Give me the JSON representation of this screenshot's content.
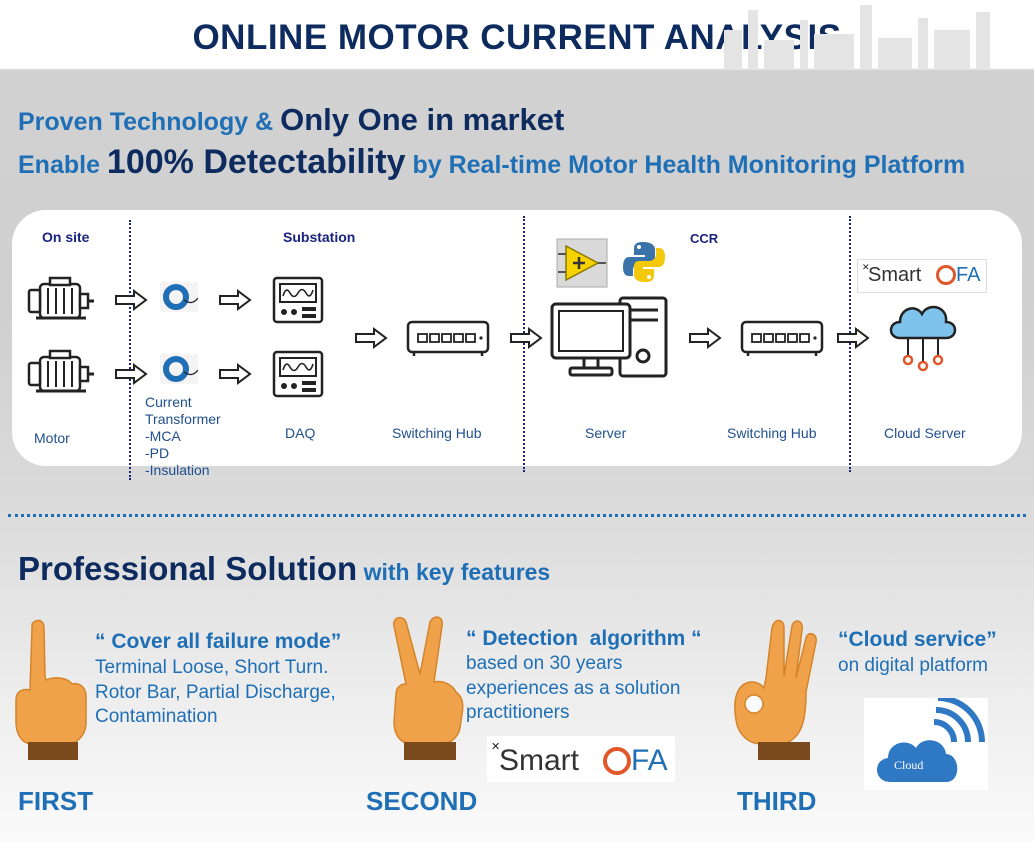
{
  "header": {
    "title": "ONLINE MOTOR CURRENT ANALYSIS"
  },
  "intro": {
    "line1_a": "Proven Technology & ",
    "line1_b": "Only One in market",
    "line2_a": "Enable ",
    "line2_b": "100% Detectability",
    "line2_c": " by Real-time Motor Health Monitoring Platform"
  },
  "diagram": {
    "sections": {
      "onsite": "On site",
      "substation": "Substation",
      "ccr": "CCR"
    },
    "labels": {
      "motor": "Motor",
      "ct": [
        "Current",
        "Transformer",
        "-MCA",
        "-PD",
        "-Insulation"
      ],
      "daq": "DAQ",
      "hub1": "Switching Hub",
      "server": "Server",
      "hub2": "Switching Hub",
      "cloud": "Cloud Server"
    },
    "smart_logo": {
      "a": "Smart",
      "b": "FA"
    }
  },
  "solution": {
    "title": "Professional Solution",
    "subtitle": " with key features"
  },
  "features": [
    {
      "ordinal": "FIRST",
      "heading": "“ Cover all failure mode”",
      "lines": [
        "Terminal Loose, Short Turn.",
        "Rotor Bar, Partial Discharge,",
        "Contamination"
      ]
    },
    {
      "ordinal": "SECOND",
      "heading": "“ Detection  algorithm “",
      "lines": [
        "based on 30 years",
        "experiences as a solution",
        "practitioners"
      ]
    },
    {
      "ordinal": "THIRD",
      "heading": "“Cloud service”",
      "lines": [
        "on digital platform"
      ]
    }
  ],
  "second_logo": {
    "a": "Smart",
    "b": "FA"
  },
  "cloud_icon": {
    "label": "Cloud"
  },
  "colors": {
    "navy": "#0d2b5e",
    "blue": "#1f6fb6",
    "divider": "#1a237e",
    "hand": "#f0a24a",
    "cuff": "#7a4a1c"
  },
  "icons": [
    "motor-icon",
    "current-transformer-icon",
    "daq-icon",
    "switching-hub-icon",
    "labview-icon",
    "python-icon",
    "server-computer-icon",
    "cloud-server-icon",
    "arrow-right-icon",
    "pointing-finger-icon",
    "peace-hand-icon",
    "ok-hand-icon",
    "wifi-cloud-icon"
  ]
}
